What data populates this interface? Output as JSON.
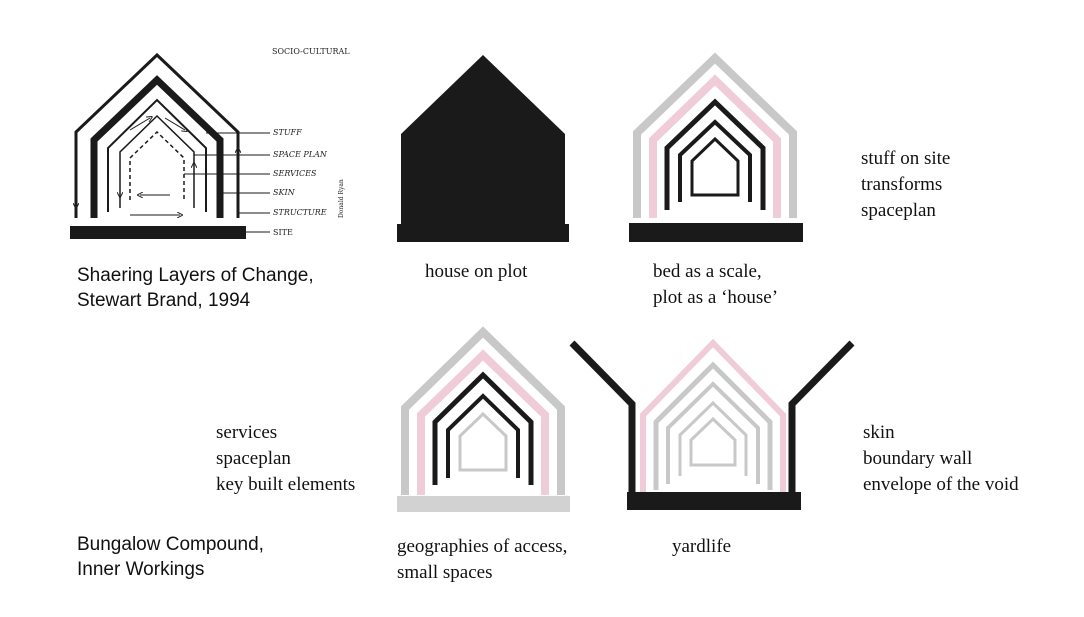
{
  "brand_diagram": {
    "top_label": "SOCIO-CULTURAL",
    "layers": [
      "STUFF",
      "SPACE PLAN",
      "SERVICES",
      "SKIN",
      "STRUCTURE",
      "SITE"
    ],
    "signature": "Donald Ryan"
  },
  "captions": {
    "brand": [
      "Shaering Layers of Change,",
      "Stewart Brand, 1994"
    ],
    "house_on_plot": [
      "house on plot"
    ],
    "bed_scale": [
      "bed as a scale,",
      "plot as a ‘house’"
    ],
    "stuff_on_site": [
      "stuff on site",
      "transforms",
      "spaceplan"
    ],
    "services": [
      "services",
      "spaceplan",
      "key built elements"
    ],
    "bungalow": [
      "Bungalow Compound,",
      "Inner Workings"
    ],
    "geographies": [
      "geographies of access,",
      "small spaces"
    ],
    "yardlife": [
      "yardlife"
    ],
    "skin": [
      "skin",
      "boundary wall",
      "envelope of the void"
    ]
  },
  "colors": {
    "black": "#1a1a1a",
    "gray": "#c8c8c8",
    "pink": "#efccd8"
  }
}
